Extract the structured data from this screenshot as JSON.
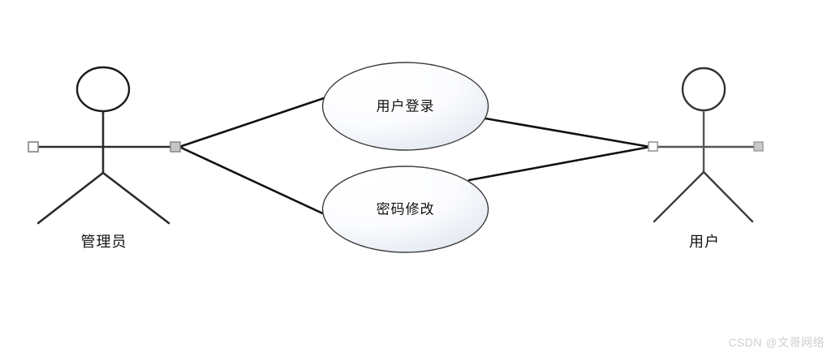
{
  "diagram": {
    "type": "uml-use-case-diagram",
    "background_color": "#ffffff",
    "actors": [
      {
        "id": "administrator",
        "label": "管理员",
        "side": "left",
        "head_shape": "ellipse",
        "stroke_color": "#1a1a1a",
        "handles": [
          "white-square-left",
          "gray-square-right"
        ]
      },
      {
        "id": "user",
        "label": "用户",
        "side": "right",
        "head_shape": "circle",
        "stroke_color": "#4a4a4a",
        "handles": [
          "white-square-left",
          "gray-square-right"
        ]
      }
    ],
    "use_cases": [
      {
        "id": "user-login",
        "label": "用户登录",
        "shape": "ellipse",
        "fill_start": "#ffffff",
        "fill_end": "#e4e9f2",
        "stroke_color": "#3a3a3a"
      },
      {
        "id": "password-change",
        "label": "密码修改",
        "shape": "ellipse",
        "fill_start": "#ffffff",
        "fill_end": "#e4e9f2",
        "stroke_color": "#3a3a3a"
      }
    ],
    "associations": [
      {
        "id": "admin-to-login",
        "from": "administrator",
        "to": "user-login"
      },
      {
        "id": "admin-to-password",
        "from": "administrator",
        "to": "password-change"
      },
      {
        "id": "login-to-user",
        "from": "user-login",
        "to": "user"
      },
      {
        "id": "password-to-user",
        "from": "password-change",
        "to": "user"
      }
    ]
  },
  "watermark": {
    "text": "CSDN @文哥网络",
    "color": "#cfcfcf"
  }
}
